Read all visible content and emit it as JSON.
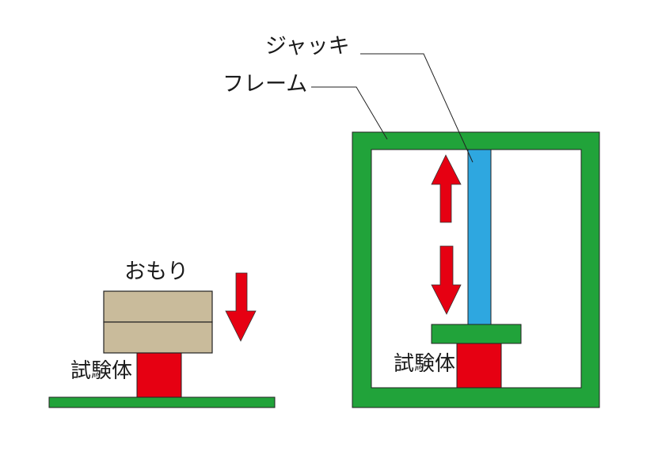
{
  "labels": {
    "jack": "ジャッキ",
    "frame": "フレーム",
    "weight": "おもり",
    "specimen_left": "試験体",
    "specimen_right": "試験体"
  },
  "colors": {
    "frame_green": "#21a33a",
    "specimen_red": "#e60012",
    "jack_blue": "#2ea7e0",
    "weight_tan": "#c9bb9b"
  }
}
